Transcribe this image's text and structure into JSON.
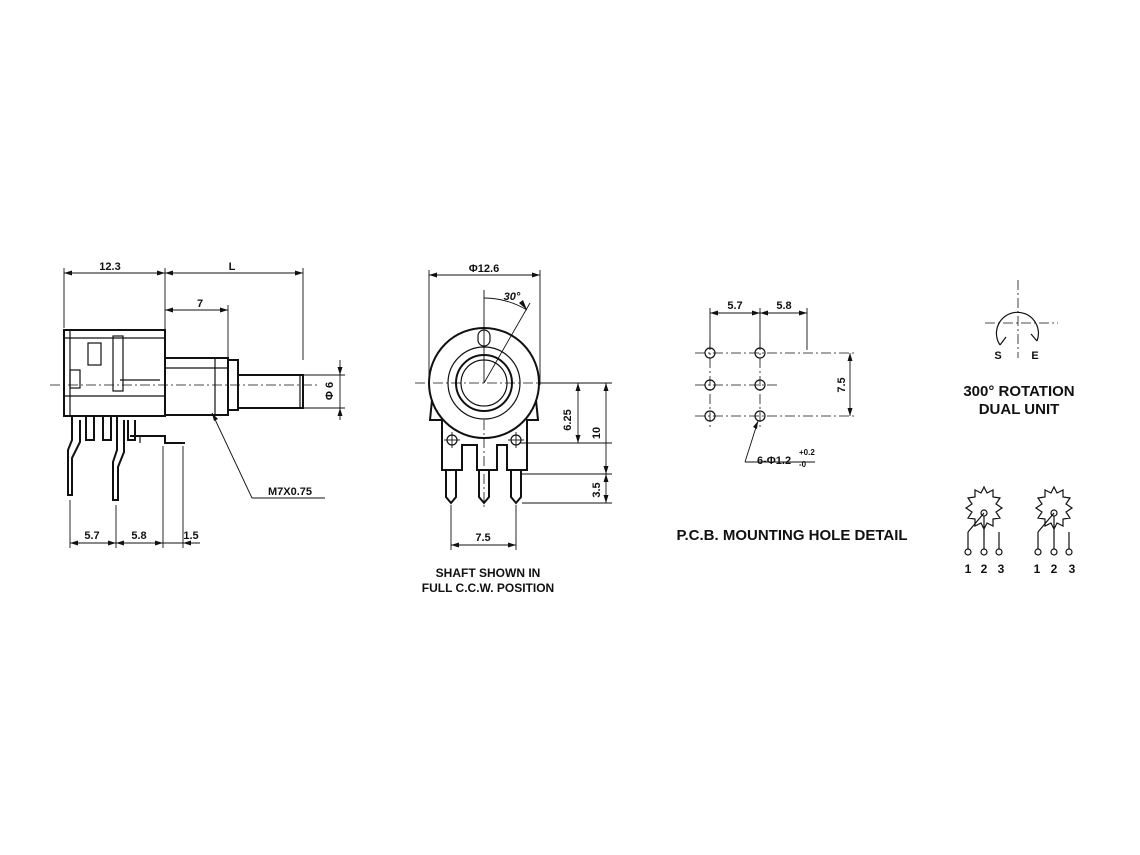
{
  "side_view": {
    "dim_12_3": "12.3",
    "dim_L": "L",
    "dim_7": "7",
    "dim_phi6": "Φ 6",
    "thread_label": "M7X0.75",
    "dim_5_7": "5.7",
    "dim_5_8": "5.8",
    "dim_1_5": "1.5"
  },
  "front_view": {
    "dim_phi12_6": "Φ12.6",
    "angle_label": "30°",
    "dim_6_25": "6.25",
    "dim_10": "10",
    "dim_3_5": "3.5",
    "dim_7_5": "7.5",
    "caption_line1": "SHAFT SHOWN IN",
    "caption_line2": "FULL C.C.W. POSITION"
  },
  "pcb_detail": {
    "dim_5_7": "5.7",
    "dim_5_8": "5.8",
    "dim_7_5": "7.5",
    "hole_label_prefix": "6-Φ1.2",
    "hole_tol_plus": "+0.2",
    "hole_tol_minus": "-0",
    "title": "P.C.B. MOUNTING HOLE DETAIL"
  },
  "rotation": {
    "s_label": "S",
    "e_label": "E",
    "title_line1": "300° ROTATION",
    "title_line2": "DUAL UNIT"
  },
  "schematic": {
    "unit_a_pins": [
      "1",
      "2",
      "3"
    ],
    "unit_b_pins": [
      "1",
      "2",
      "3"
    ]
  }
}
